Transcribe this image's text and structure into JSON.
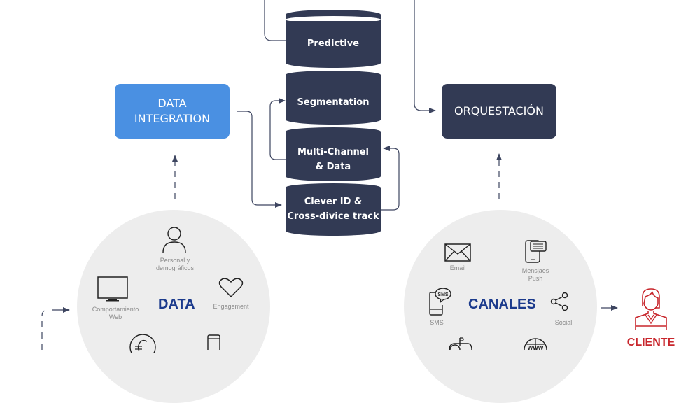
{
  "colors": {
    "navy": "#323a54",
    "blue": "#4a90e2",
    "connector": "#3d4560",
    "circle_bg": "#ededed",
    "center_text": "#1b3a8c",
    "icon_label": "#8a8a8a",
    "cliente_red": "#c8262c"
  },
  "stack": {
    "layers": [
      {
        "label": "Predictive"
      },
      {
        "label": "Segmentation"
      },
      {
        "label_line1": "Multi-Channel",
        "label_line2": "& Data"
      },
      {
        "label_line1": "Clever ID &",
        "label_line2": "Cross-divice track"
      }
    ]
  },
  "boxes": {
    "data_integration": {
      "line1": "DATA",
      "line2": "INTEGRATION"
    },
    "orquestacion": {
      "label": "ORQUESTACIÓN"
    }
  },
  "data_circle": {
    "title": "DATA",
    "items": [
      {
        "icon": "person-icon",
        "line1": "Personal y",
        "line2": "demográficos"
      },
      {
        "icon": "monitor-icon",
        "line1": "Comportamiento",
        "line2": "Web"
      },
      {
        "icon": "heart-icon",
        "line1": "Engagement",
        "line2": ""
      },
      {
        "icon": "euro-icon",
        "line1": "",
        "line2": ""
      },
      {
        "icon": "mobile-icon",
        "line1": "",
        "line2": ""
      }
    ]
  },
  "canales_circle": {
    "title": "CANALES",
    "items": [
      {
        "icon": "envelope-icon",
        "line1": "Email",
        "line2": ""
      },
      {
        "icon": "push-message-icon",
        "line1": "Mensjaes",
        "line2": "Push"
      },
      {
        "icon": "sms-icon",
        "line1": "SMS",
        "line2": ""
      },
      {
        "icon": "share-icon",
        "line1": "Social",
        "line2": ""
      },
      {
        "icon": "mailbox-icon",
        "line1": "",
        "line2": ""
      },
      {
        "icon": "www-globe-icon",
        "line1": "",
        "line2": ""
      }
    ]
  },
  "cliente": {
    "label": "CLIENTE",
    "icon": "client-woman-icon"
  }
}
